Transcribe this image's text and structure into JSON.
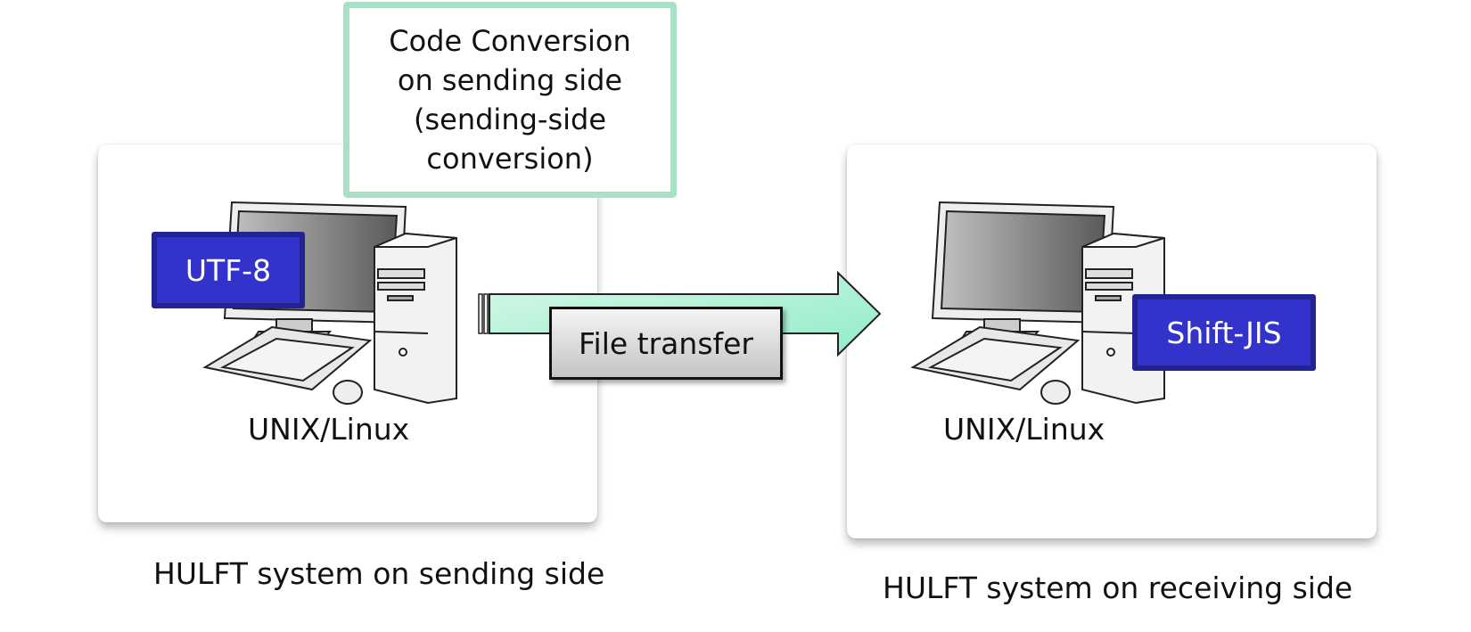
{
  "conversion_box": {
    "text": "Code Conversion\non sending side\n(sending-side\nconversion)",
    "border_color": "#a8e0c8"
  },
  "sending_system": {
    "encoding": "UTF-8",
    "os": "UNIX/Linux",
    "caption": "HULFT system on sending side"
  },
  "receiving_system": {
    "encoding": "Shift-JIS",
    "os": "UNIX/Linux",
    "caption": "HULFT system on receiving side"
  },
  "transfer": {
    "label": "File transfer",
    "arrow_color": "#a8f0d0"
  },
  "colors": {
    "encoding_fill": "#3333cc",
    "encoding_border": "#232394"
  }
}
